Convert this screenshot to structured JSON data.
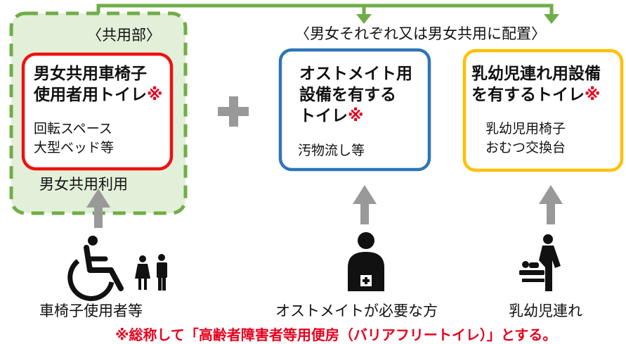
{
  "group_labels": {
    "shared_area": "〈共用部〉",
    "per_gender": "〈男女それぞれ又は男女共用に配置〉"
  },
  "boxes": {
    "wheelchair": {
      "title_line1": "男女共用車椅子",
      "title_line2": "使用者用トイレ",
      "mark": "※",
      "detail_line1": "回転スペース",
      "detail_line2": "大型ベッド等",
      "usage_note": "男女共用利用"
    },
    "ostomate": {
      "title_line1": "オストメイト用",
      "title_line2": "設備を有する",
      "title_line3": "トイレ",
      "mark": "※",
      "detail_line1": "汚物流し等"
    },
    "infant": {
      "title_line1": "乳幼児連れ用設備",
      "title_line2": "を有するトイレ",
      "mark": "※",
      "detail_line1": "乳幼児用椅子",
      "detail_line2": "おむつ交換台"
    }
  },
  "users": {
    "wheelchair": "車椅子使用者等",
    "ostomate": "オストメイトが必要な方",
    "infant": "乳幼児連れ"
  },
  "icons": [
    "wheelchair-icon",
    "man-woman-icon",
    "ostomate-icon",
    "baby-changing-icon"
  ],
  "footnote": "※総称して「高齢者障害者等用便房（バリアフリートイレ）」とする。",
  "colors": {
    "shared_area_fill": "#e2efd9",
    "shared_area_border": "#70ad47",
    "connector": "#70ad47",
    "wheelchair_box_border": "#ee1111",
    "ostomate_box_border": "#2e75b6",
    "infant_box_border": "#ffc000",
    "arrow_gray": "#999999",
    "accent_red": "#e8001c"
  }
}
